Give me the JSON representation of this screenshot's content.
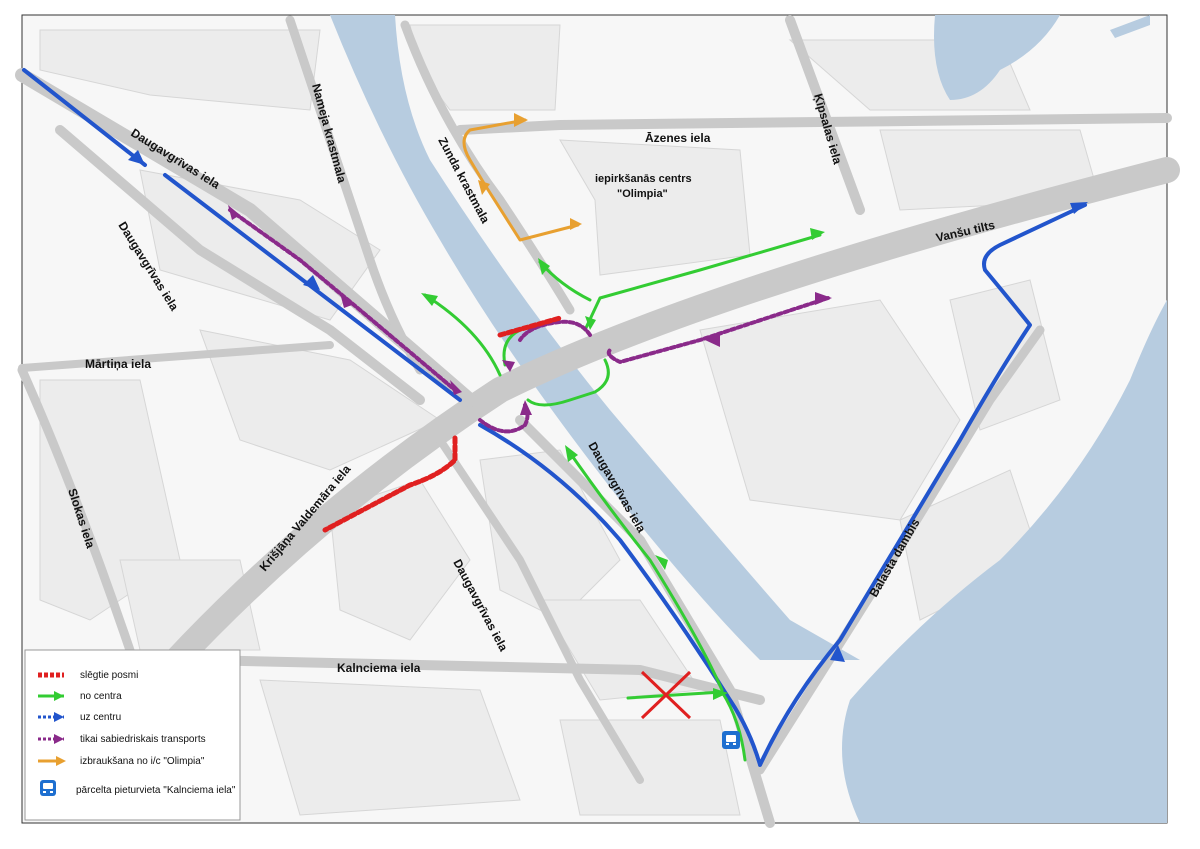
{
  "colors": {
    "water": "#b7cce0",
    "road": "#c9c9c9",
    "block": "#ececec",
    "closed": "#e02020",
    "from_center": "#33cc33",
    "to_center": "#2255cc",
    "public_transport": "#8a2a8a",
    "exit": "#e8a030"
  },
  "streets": {
    "daugavgrivas_1": "Daugavgrīvas iela",
    "daugavgrivas_2": "Daugavgrīvas iela",
    "daugavgrivas_3": "Daugavgrīvas iela",
    "daugavgrivas_4": "Daugavgrīvas iela",
    "nameja": "Nameja krastmala",
    "zunda": "Zunda krastmala",
    "azenes": "Āzenes iela",
    "kipsalas": "Ķīpsalas iela",
    "vansu": "Vanšu tilts",
    "martina": "Mārtiņa iela",
    "slokas": "Slokas iela",
    "valdemara": "Krišjāņa Valdemāra iela",
    "kalnciema": "Kalnciema iela",
    "balasta": "Balasta dambis"
  },
  "poi": {
    "line1": "iepirkšanās centrs",
    "line2": "\"Olimpia\""
  },
  "icons": {
    "bus_stop": "bus-stop-icon",
    "closure": "closure-cross-icon"
  },
  "legend": {
    "items": [
      {
        "label": "slēgtie posmi",
        "style": "closed"
      },
      {
        "label": "no centra",
        "style": "from_center"
      },
      {
        "label": "uz centru",
        "style": "to_center"
      },
      {
        "label": "tikai sabiedriskais transports",
        "style": "public_transport"
      },
      {
        "label": "izbraukšana no i/c \"Olimpia\"",
        "style": "exit"
      },
      {
        "label": "pārcelta pieturvieta \"Kalnciema iela\"",
        "style": "bus_stop"
      }
    ]
  }
}
